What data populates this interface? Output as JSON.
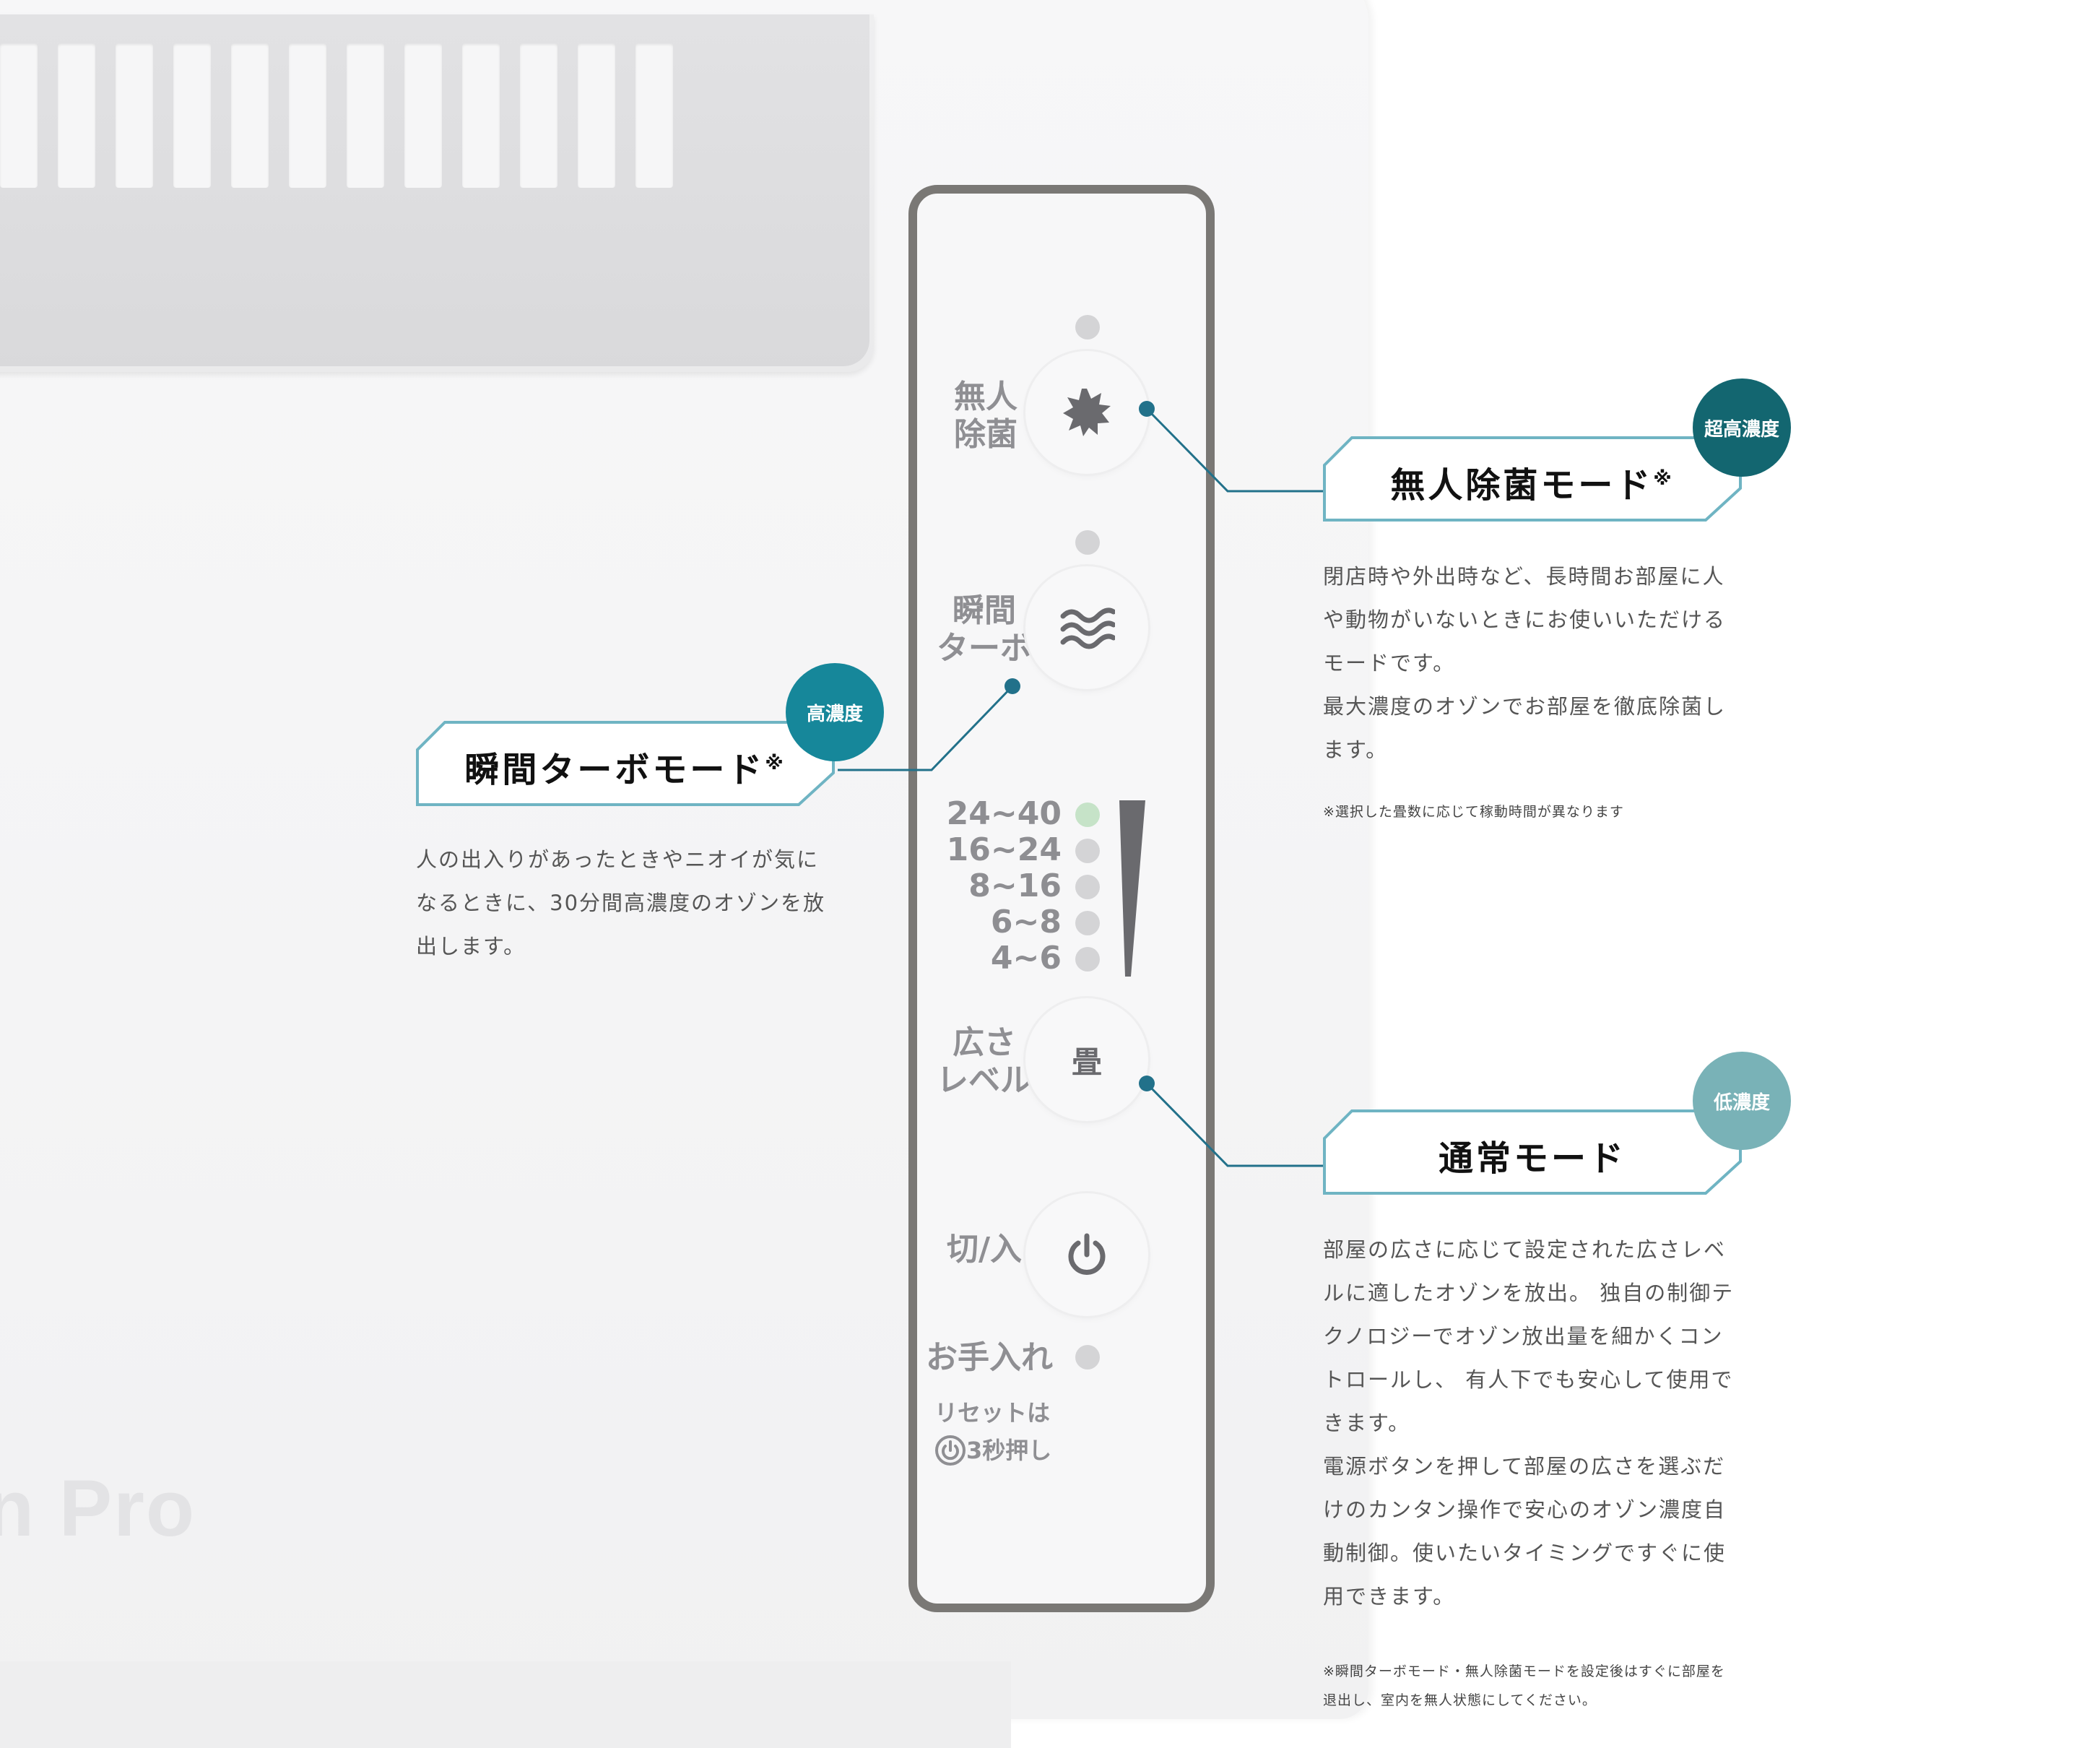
{
  "product": {
    "brand_fragment": "n Pro"
  },
  "panel": {
    "unmanned_label_line1": "無人",
    "unmanned_label_line2": "除菌",
    "turbo_label_line1": "瞬間",
    "turbo_label_line2": "ターボ",
    "levels": [
      "24~40",
      "16~24",
      "8~16",
      "6~8",
      "4~6"
    ],
    "active_level": "24~40",
    "size_label_line1": "広さ",
    "size_label_line2": "レベル",
    "size_button_glyph": "畳",
    "power_label": "切/入",
    "maintenance_label": "お手入れ",
    "reset_line1": "リセットは",
    "reset_line2": "3秒押し",
    "icons": [
      "sun-burst-icon",
      "wave-icon",
      "tatami-icon",
      "power-icon"
    ]
  },
  "callouts": {
    "unmanned": {
      "title": "無人除菌モード",
      "mark": "※",
      "badge": "超高濃度",
      "badge_color": "#136670",
      "description": [
        "閉店時や外出時など、長時間お部屋に人",
        "や動物がいないときにお使いいただける",
        "モードです。",
        "最大濃度のオゾンでお部屋を徹底除菌し",
        "ます。"
      ],
      "note": "※選択した畳数に応じて稼動時間が異なります"
    },
    "turbo": {
      "title": "瞬間ターボモード",
      "mark": "※",
      "badge": "高濃度",
      "badge_color": "#16879a",
      "description": [
        "人の出入りがあったときやニオイが気に",
        "なるときに、30分間高濃度のオゾンを放",
        "出します。"
      ]
    },
    "normal": {
      "title": "通常モード",
      "badge": "低濃度",
      "badge_color": "#79b2b7",
      "description": [
        "部屋の広さに応じて設定された広さレベ",
        "ルに適したオゾンを放出。 独自の制御テ",
        "クノロジーでオゾン放出量を細かくコン",
        "トロールし、 有人下でも安心して使用で",
        "きます。",
        "電源ボタンを押して部屋の広さを選ぶだ",
        "けのカンタン操作で安心のオゾン濃度自",
        "動制御。使いたいタイミングですぐに使",
        "用できます。"
      ],
      "note_line1": "※瞬間ターボモード・無人除菌モードを設定後はすぐに部屋を",
      "note_line2": "退出し、室内を無人状態にしてください。"
    }
  },
  "colors": {
    "callout_border": "#6fb4c3",
    "connector": "#22718a",
    "panel_border": "#7a7875"
  }
}
